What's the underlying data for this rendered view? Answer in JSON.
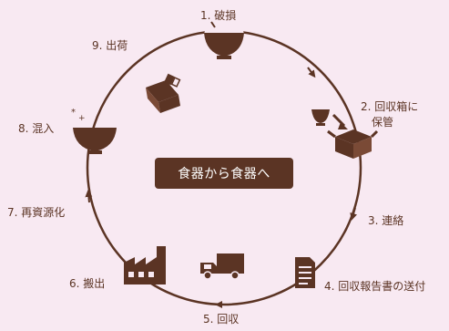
{
  "center_label": "食器から食器へ",
  "steps": [
    {
      "num": "1.",
      "label": "破損",
      "icon": "broken-bowl-icon"
    },
    {
      "num": "2.",
      "label": "回収箱に",
      "label2": "保管",
      "icon": "collection-box-icon"
    },
    {
      "num": "3.",
      "label": "連絡",
      "icon": "none"
    },
    {
      "num": "4.",
      "label": "回収報告書の送付",
      "icon": "document-icon"
    },
    {
      "num": "5.",
      "label": "回収",
      "icon": "truck-icon"
    },
    {
      "num": "6.",
      "label": "搬出",
      "icon": "factory-icon"
    },
    {
      "num": "7.",
      "label": "再資源化",
      "icon": "none"
    },
    {
      "num": "8.",
      "label": "混入",
      "icon": "bowl-sparkle-icon"
    },
    {
      "num": "9.",
      "label": "出荷",
      "icon": "shipping-box-icon"
    }
  ],
  "colors": {
    "background": "#f8e9f2",
    "accent": "#5b3424"
  }
}
